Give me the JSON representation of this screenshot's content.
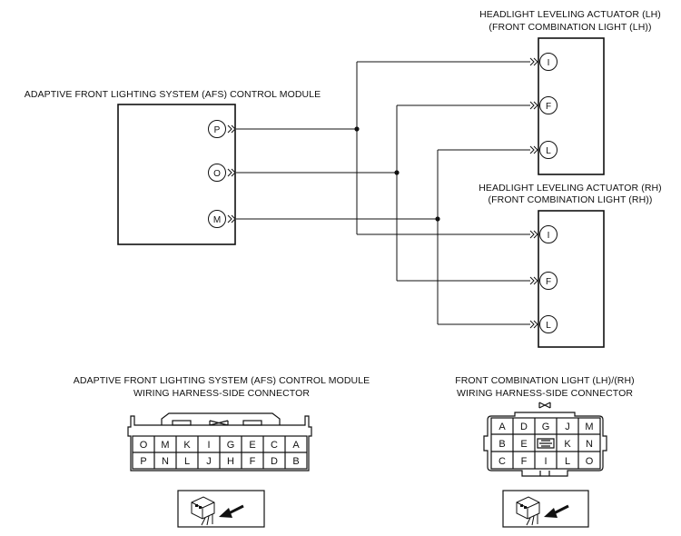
{
  "afs_module": {
    "title": "ADAPTIVE FRONT LIGHTING SYSTEM (AFS) CONTROL MODULE",
    "pins": [
      "P",
      "O",
      "M"
    ]
  },
  "actuator_lh": {
    "title_line1": "HEADLIGHT LEVELING ACTUATOR (LH)",
    "title_line2": "(FRONT COMBINATION LIGHT (LH))",
    "pins": [
      "I",
      "F",
      "L"
    ]
  },
  "actuator_rh": {
    "title_line1": "HEADLIGHT LEVELING ACTUATOR (RH)",
    "title_line2": "(FRONT COMBINATION LIGHT (RH))",
    "pins": [
      "I",
      "F",
      "L"
    ]
  },
  "afs_connector": {
    "title_line1": "ADAPTIVE FRONT LIGHTING SYSTEM (AFS) CONTROL MODULE",
    "title_line2": "WIRING HARNESS-SIDE CONNECTOR",
    "top_row": [
      "O",
      "M",
      "K",
      "I",
      "G",
      "E",
      "C",
      "A"
    ],
    "bottom_row": [
      "P",
      "N",
      "L",
      "J",
      "H",
      "F",
      "D",
      "B"
    ]
  },
  "fcl_connector": {
    "title_line1": "FRONT COMBINATION LIGHT (LH)/(RH)",
    "title_line2": "WIRING HARNESS-SIDE CONNECTOR",
    "row1": [
      "A",
      "D",
      "G",
      "J",
      "M"
    ],
    "row2": [
      "B",
      "E",
      "",
      "K",
      "N"
    ],
    "row3": [
      "C",
      "F",
      "I",
      "L",
      "O"
    ]
  }
}
